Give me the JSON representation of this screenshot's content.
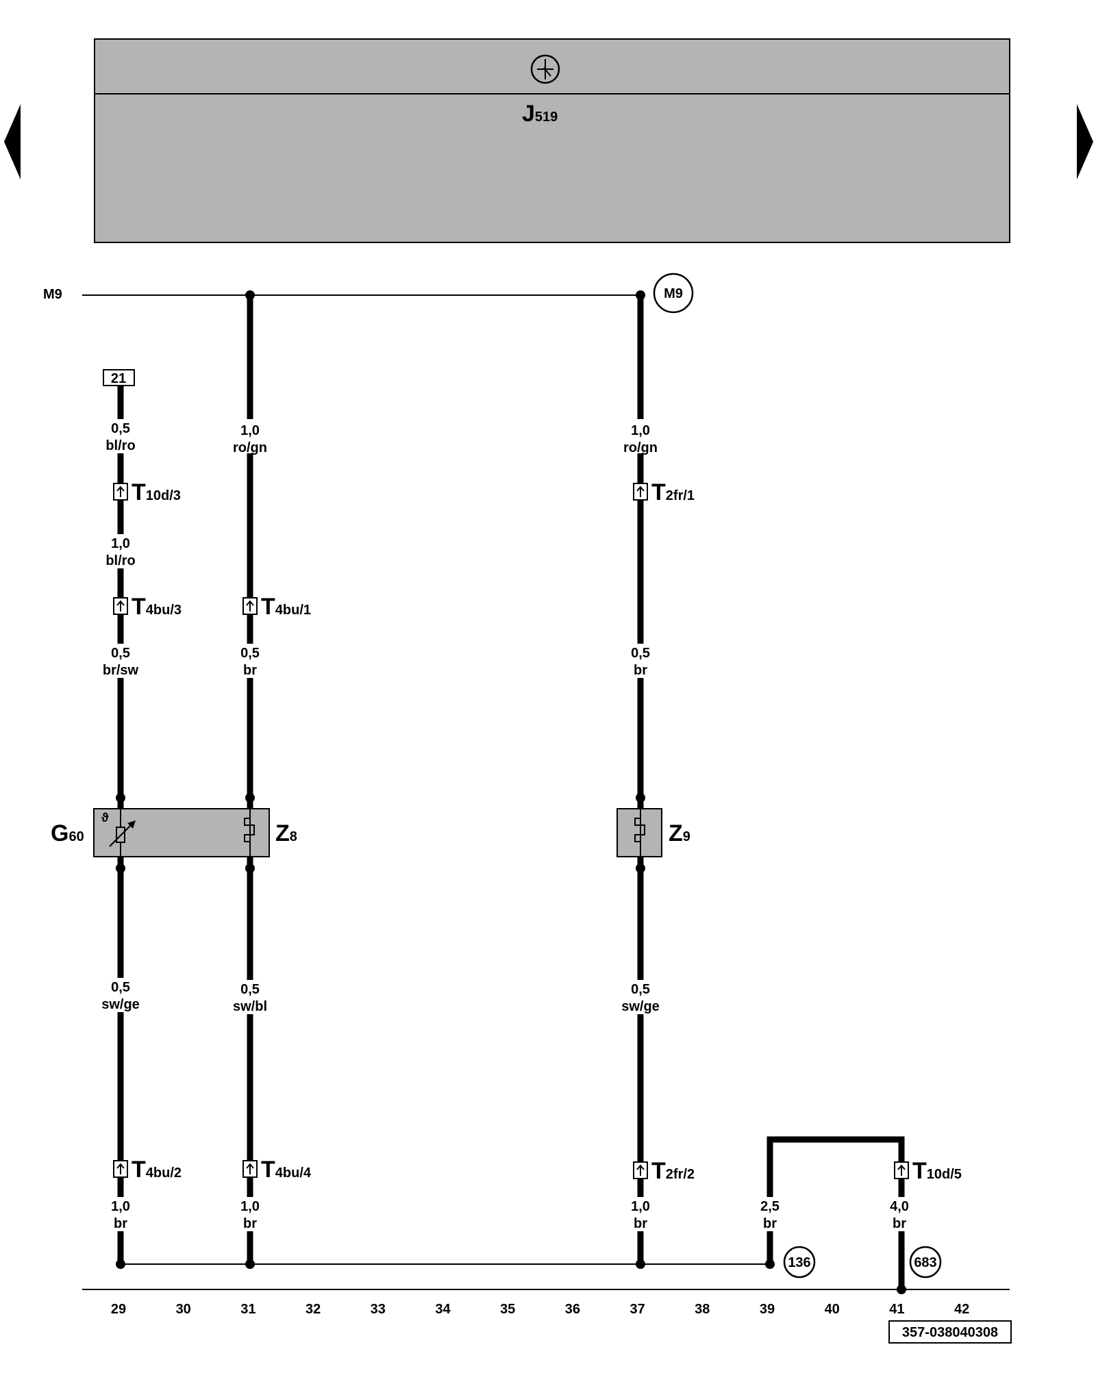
{
  "control_unit": {
    "letter": "J",
    "sub": "519"
  },
  "bus_label": "M9",
  "bus_ref": "M9",
  "top_ref": "21",
  "wires": {
    "w29_top": {
      "size": "0,5",
      "color": "bl/ro"
    },
    "w29_mid": {
      "size": "1,0",
      "color": "bl/ro"
    },
    "w29_low": {
      "size": "0,5",
      "color": "br/sw"
    },
    "w31_top": {
      "size": "1,0",
      "color": "ro/gn"
    },
    "w31_low": {
      "size": "0,5",
      "color": "br"
    },
    "w37_top": {
      "size": "1,0",
      "color": "ro/gn"
    },
    "w37_low": {
      "size": "0,5",
      "color": "br"
    },
    "w29_bot": {
      "size": "0,5",
      "color": "sw/ge"
    },
    "w31_bot": {
      "size": "0,5",
      "color": "sw/bl"
    },
    "w37_bot": {
      "size": "0,5",
      "color": "sw/ge"
    },
    "w29_gnd": {
      "size": "1,0",
      "color": "br"
    },
    "w31_gnd": {
      "size": "1,0",
      "color": "br"
    },
    "w37_gnd": {
      "size": "1,0",
      "color": "br"
    },
    "w39_gnd": {
      "size": "2,5",
      "color": "br"
    },
    "w41_gnd": {
      "size": "4,0",
      "color": "br"
    }
  },
  "connectors": {
    "t10d3": {
      "letter": "T",
      "sub": "10d/3"
    },
    "t4bu3": {
      "letter": "T",
      "sub": "4bu/3"
    },
    "t4bu1": {
      "letter": "T",
      "sub": "4bu/1"
    },
    "t2fr1": {
      "letter": "T",
      "sub": "2fr/1"
    },
    "t4bu2": {
      "letter": "T",
      "sub": "4bu/2"
    },
    "t4bu4": {
      "letter": "T",
      "sub": "4bu/4"
    },
    "t2fr2": {
      "letter": "T",
      "sub": "2fr/2"
    },
    "t10d5": {
      "letter": "T",
      "sub": "10d/5"
    }
  },
  "components": {
    "g60": {
      "letter": "G",
      "sub": "60",
      "symbol": "ϑ"
    },
    "z8": {
      "letter": "Z",
      "sub": "8"
    },
    "z9": {
      "letter": "Z",
      "sub": "9"
    }
  },
  "ground_refs": {
    "g136": "136",
    "g683": "683"
  },
  "columns": [
    "29",
    "30",
    "31",
    "32",
    "33",
    "34",
    "35",
    "36",
    "37",
    "38",
    "39",
    "40",
    "41",
    "42"
  ],
  "doc_code": "357-038040308",
  "colors": {
    "panel": "#b4b4b4",
    "wire": "#000000"
  }
}
